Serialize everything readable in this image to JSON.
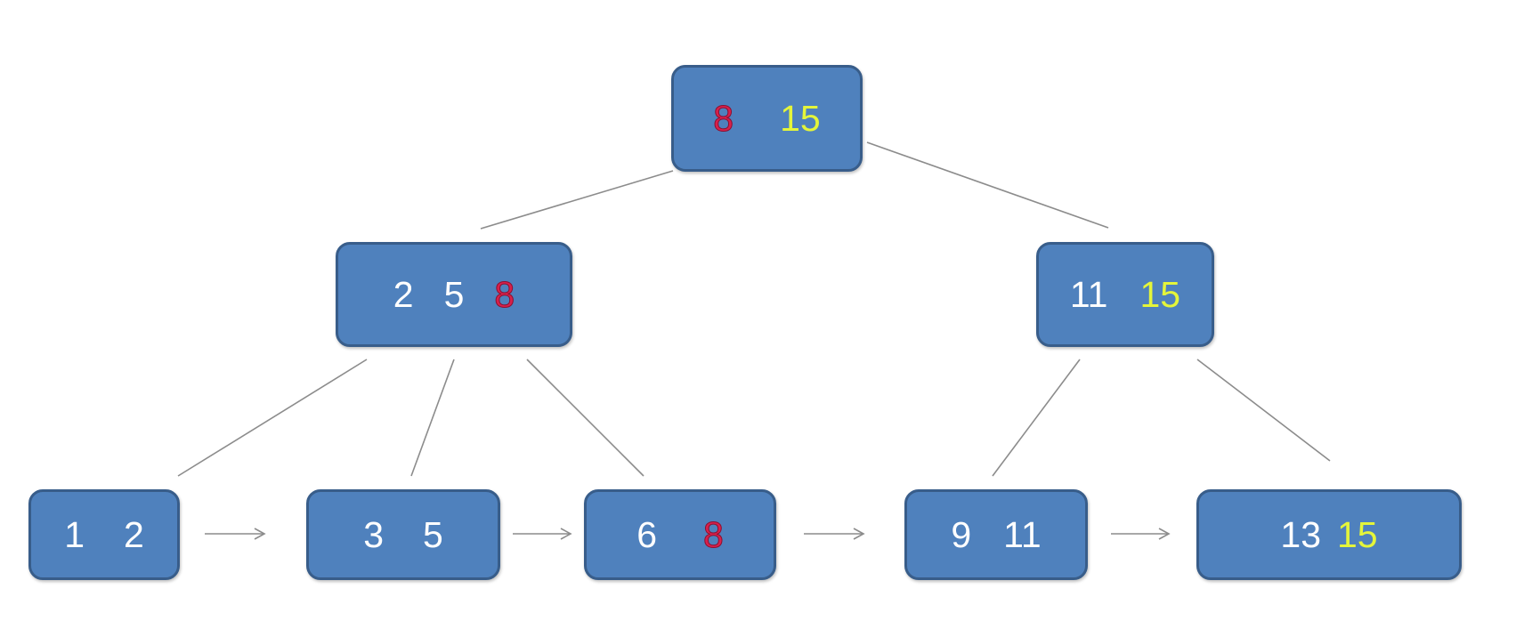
{
  "tree": {
    "root": {
      "keys": [
        "8",
        "15"
      ]
    },
    "internal_left": {
      "keys": [
        "2",
        "5",
        "8"
      ]
    },
    "internal_right": {
      "keys": [
        "11",
        "15"
      ]
    },
    "leaves": [
      {
        "keys": [
          "1",
          "2"
        ]
      },
      {
        "keys": [
          "3",
          "5"
        ]
      },
      {
        "keys": [
          "6",
          "8"
        ]
      },
      {
        "keys": [
          "9",
          "11"
        ]
      },
      {
        "keys": [
          "13",
          "15"
        ]
      }
    ]
  },
  "colors": {
    "node_fill": "#4f81bd",
    "node_border": "#385d8a",
    "key_default": "#ffffff",
    "key_highlight_red": "#d8204c",
    "key_highlight_yellow": "#e4f53a",
    "edge": "#8c8c8c"
  }
}
